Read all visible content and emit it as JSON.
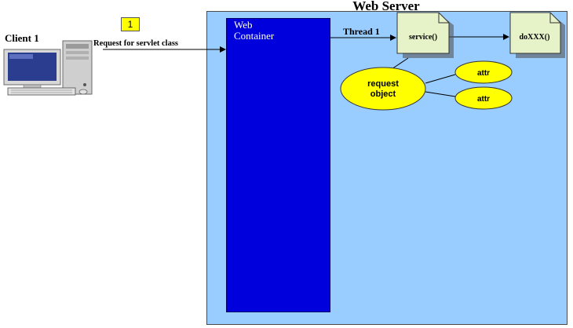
{
  "diagram": {
    "server_title": "Web Server",
    "container_label_line1": "Web",
    "container_label_line2": "Container",
    "client_label": "Client 1",
    "step_number": "1",
    "request_label": "Request for servlet class",
    "thread_label": "Thread 1",
    "service_label": "service()",
    "doxxx_label": "doXXX()",
    "request_object_line1": "request",
    "request_object_line2": "object",
    "attr1_label": "attr",
    "attr2_label": "attr"
  },
  "colors": {
    "server_background": "#99ccff",
    "container_background": "#0000dd",
    "note_fill": "#e6f2c8",
    "ellipse_fill": "#ffff00",
    "badge_fill": "#ffff00"
  },
  "icons": {
    "client": "desktop-computer-icon"
  }
}
